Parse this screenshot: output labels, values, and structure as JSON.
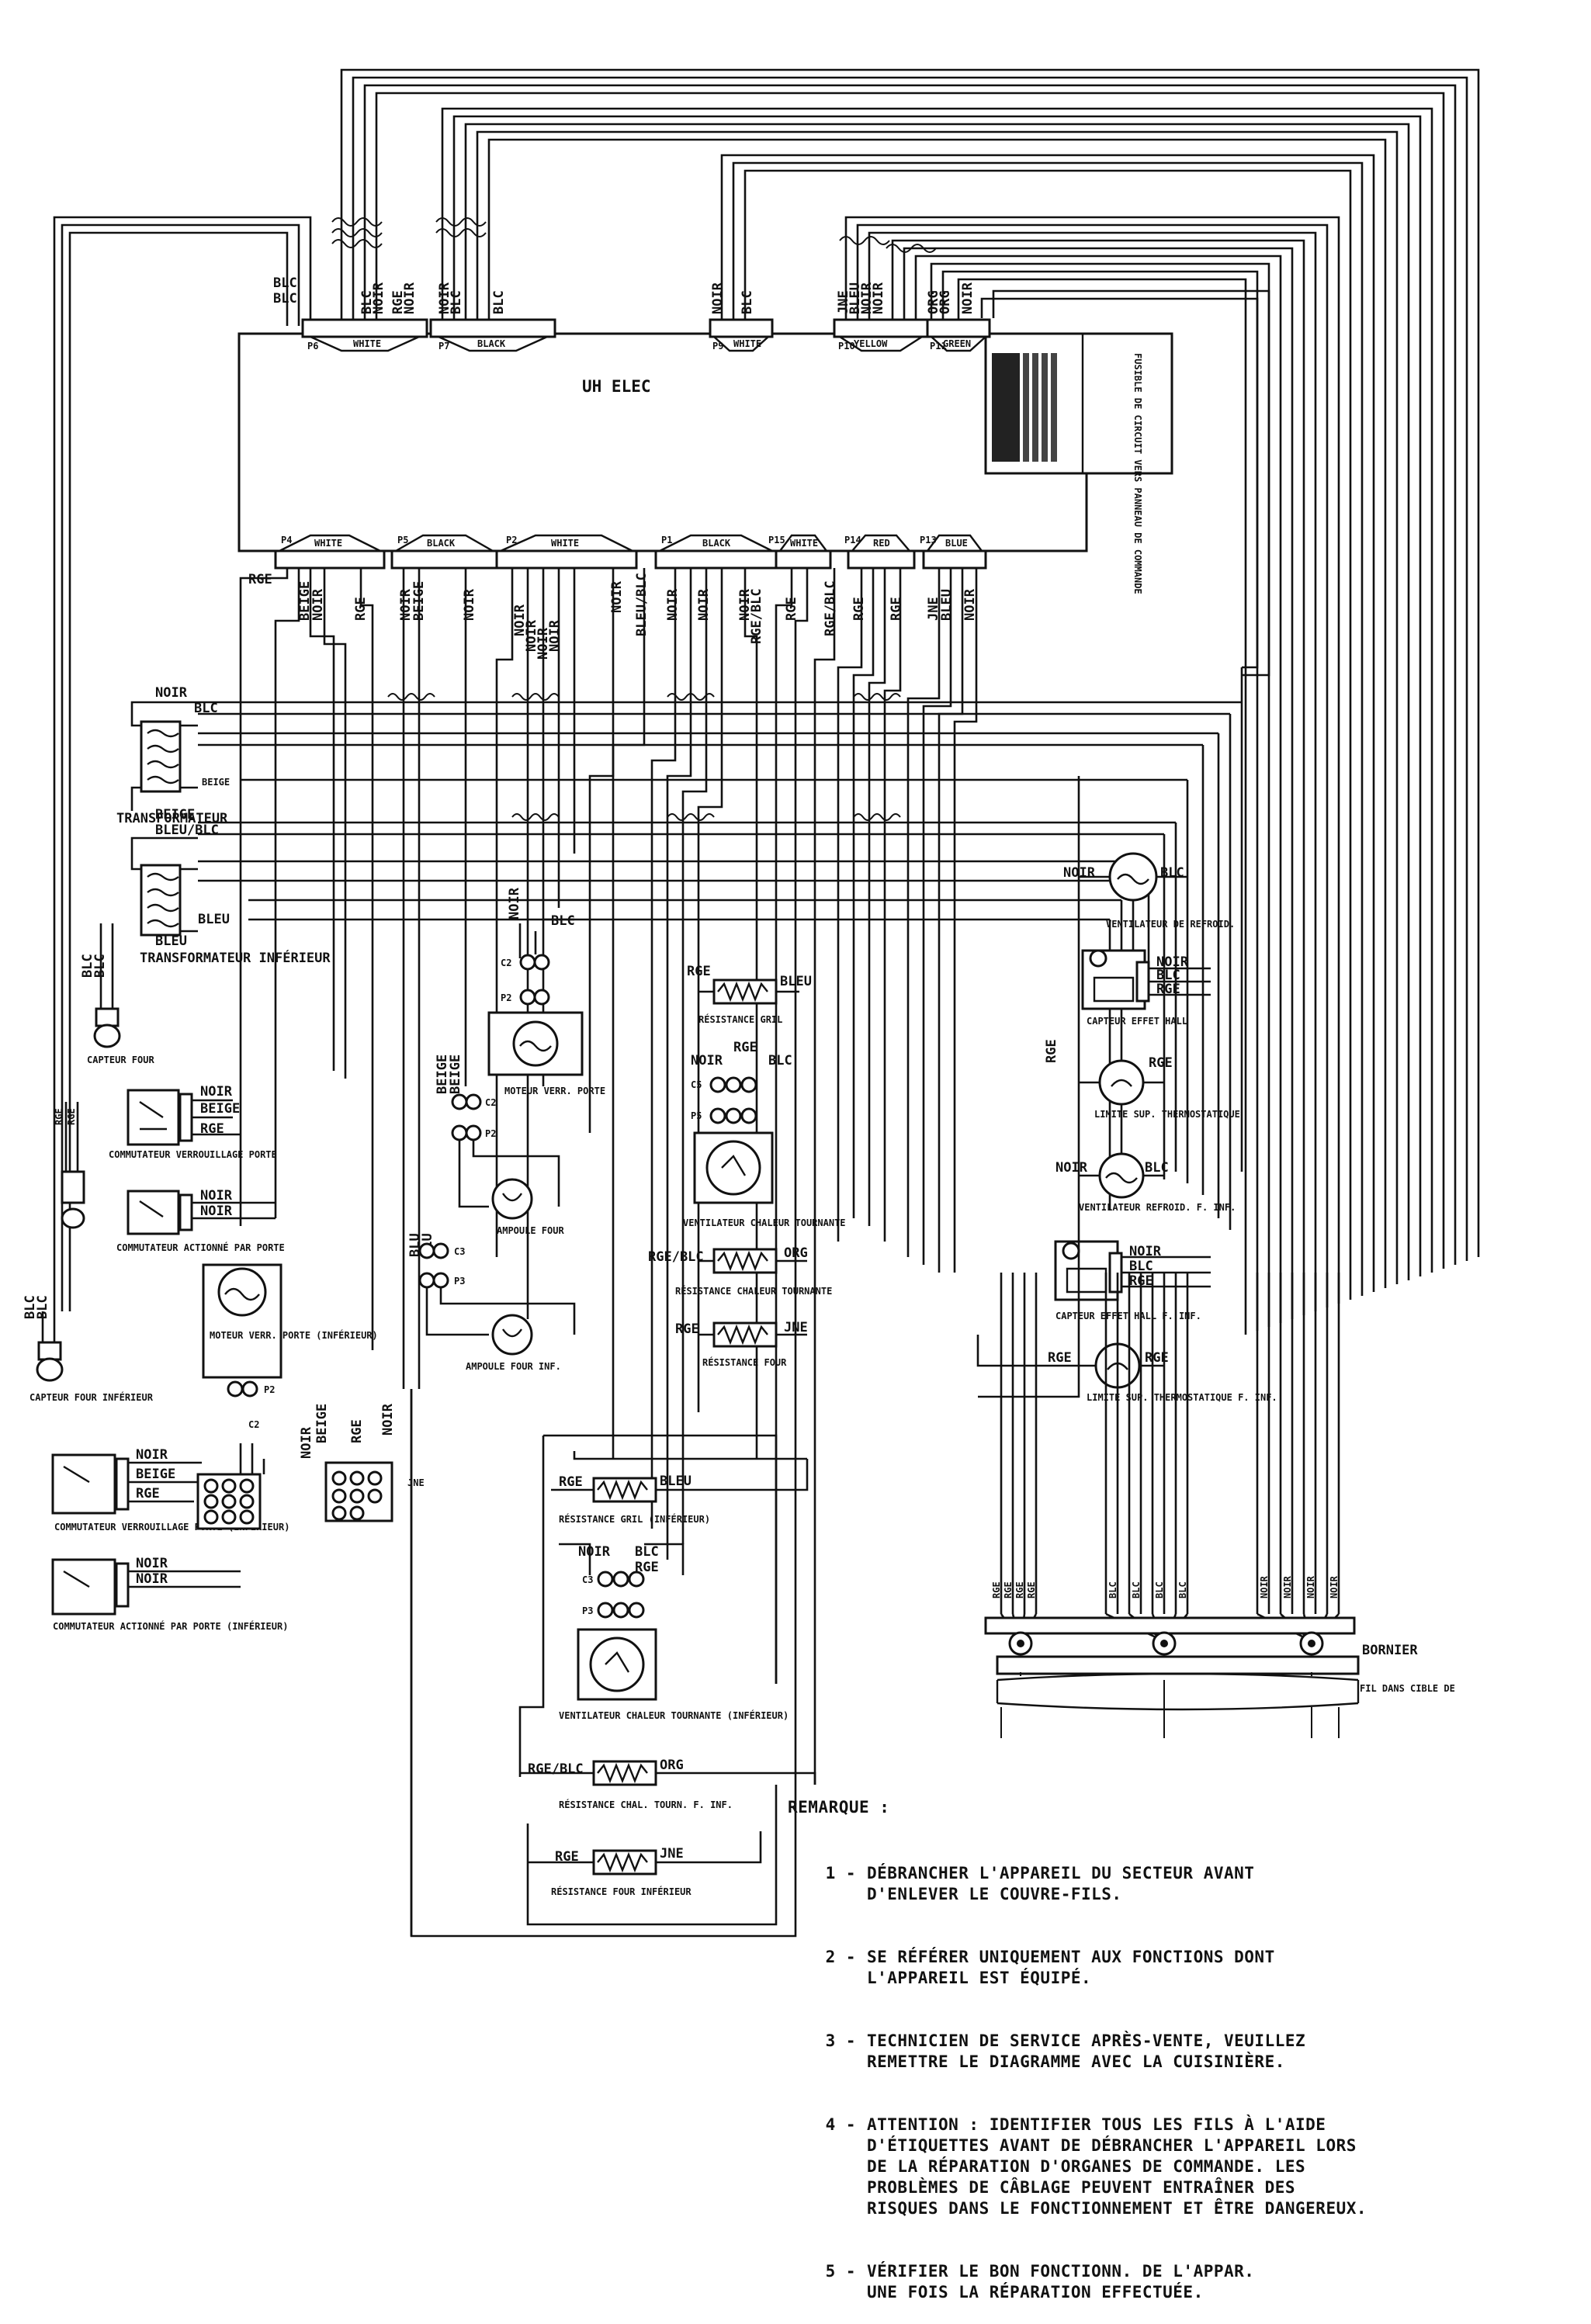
{
  "board": {
    "title": "UH ELEC",
    "connectors_top": [
      {
        "id": "P6",
        "color": "WHITE"
      },
      {
        "id": "P7",
        "color": "BLACK"
      },
      {
        "id": "P9",
        "color": "WHITE"
      },
      {
        "id": "P10",
        "color": "YELLOW"
      },
      {
        "id": "P11",
        "color": "GREEN"
      }
    ],
    "connectors_bottom": [
      {
        "id": "P4",
        "color": "WHITE"
      },
      {
        "id": "P5",
        "color": "BLACK"
      },
      {
        "id": "P2",
        "color": "WHITE"
      },
      {
        "id": "P1",
        "color": "BLACK"
      },
      {
        "id": "P15",
        "color": "WHITE"
      },
      {
        "id": "P14",
        "color": "RED"
      },
      {
        "id": "P13",
        "color": "BLUE"
      }
    ],
    "side_panel_label": "FUSIBLE DE CIRCUIT VERS PANNEAU DE COMMANDE"
  },
  "wire_colors": {
    "blc": "BLC",
    "noir": "NOIR",
    "rge": "RGE",
    "beige": "BEIGE",
    "bleu": "BLEU",
    "bleu_blc": "BLEU/BLC",
    "rge_blc": "RGE/BLC",
    "org": "ORG",
    "jne": "JNE",
    "blu": "BLU"
  },
  "components": {
    "transfo_sup": "TRANSFORMATEUR",
    "transfo_inf": "TRANSFORMATEUR INFÉRIEUR",
    "capteur_four": "CAPTEUR FOUR",
    "capteur_four_inf": "CAPTEUR FOUR INFÉRIEUR",
    "commut_verrou": "COMMUTATEUR VERROUILLAGE PORTE",
    "commut_porte": "COMMUTATEUR ACTIONNÉ PAR PORTE",
    "moteur_verr": "MOTEUR VERR. PORTE",
    "moteur_verr_inf": "MOTEUR VERR. PORTE (INFÉRIEUR)",
    "commut_verrou_inf": "COMMUTATEUR VERROUILLAGE PORTE (INFÉRIEUR)",
    "commut_porte_inf": "COMMUTATEUR ACTIONNÉ PAR PORTE (INFÉRIEUR)",
    "ampoule_four": "AMPOULE FOUR",
    "ampoule_four_inf": "AMPOULE FOUR INF.",
    "resistance_gril": "RÉSISTANCE GRIL",
    "ventil_chaleur": "VENTILATEUR CHALEUR TOURNANTE",
    "resistance_chaleur": "RÉSISTANCE CHALEUR TOURNANTE",
    "resistance_four": "RÉSISTANCE FOUR",
    "resistance_gril_inf": "RÉSISTANCE GRIL (INFÉRIEUR)",
    "ventil_chaleur_inf": "VENTILATEUR CHALEUR TOURNANTE (INFÉRIEUR)",
    "resistance_chal_inf": "RÉSISTANCE CHAL. TOURN. F. INF.",
    "resistance_four_inf": "RÉSISTANCE FOUR INFÉRIEUR",
    "ventil_refroid": "VENTILATEUR DE REFROID.",
    "capteur_hall": "CAPTEUR EFFET HALL",
    "limite_sup": "LIMITE SUP. THERMOSTATIQUE",
    "ventil_refroid_inf": "VENTILATEUR REFROID. F. INF.",
    "capteur_hall_inf": "CAPTEUR EFFET HALL F. INF.",
    "limite_sup_inf": "LIMITE SUP. THERMOSTATIQUE F. INF.",
    "bornier": "BORNIER",
    "fil_dans": "FIL DANS CIBLE DE"
  },
  "plug_labels": {
    "c2": "C2",
    "p2": "P2",
    "c3": "C3",
    "p3": "P3",
    "c5": "C5",
    "p5": "P5",
    "p": "P"
  },
  "remarque": {
    "title": "REMARQUE :",
    "notes": [
      {
        "num": "1 -",
        "lines": [
          "DÉBRANCHER L'APPAREIL DU SECTEUR AVANT",
          "D'ENLEVER LE COUVRE-FILS."
        ]
      },
      {
        "num": "2 -",
        "lines": [
          "SE RÉFÉRER UNIQUEMENT AUX FONCTIONS DONT",
          "L'APPAREIL EST ÉQUIPÉ."
        ]
      },
      {
        "num": "3 -",
        "lines": [
          "TECHNICIEN DE SERVICE APRÈS-VENTE, VEUILLEZ",
          "REMETTRE LE DIAGRAMME AVEC LA CUISINIÈRE."
        ]
      },
      {
        "num": "4 -",
        "lines": [
          "ATTENTION : IDENTIFIER TOUS LES FILS À L'AIDE",
          "D'ÉTIQUETTES AVANT DE DÉBRANCHER L'APPAREIL LORS",
          "DE LA RÉPARATION D'ORGANES DE COMMANDE. LES",
          "PROBLÈMES DE CÂBLAGE PEUVENT ENTRAÎNER DES",
          "RISQUES DANS LE FONCTIONNEMENT ET ÊTRE DANGEREUX."
        ]
      },
      {
        "num": "5 -",
        "lines": [
          "VÉRIFIER LE BON FONCTIONN. DE L'APPAR.",
          "UNE FOIS LA RÉPARATION EFFECTUÉE."
        ]
      }
    ]
  }
}
